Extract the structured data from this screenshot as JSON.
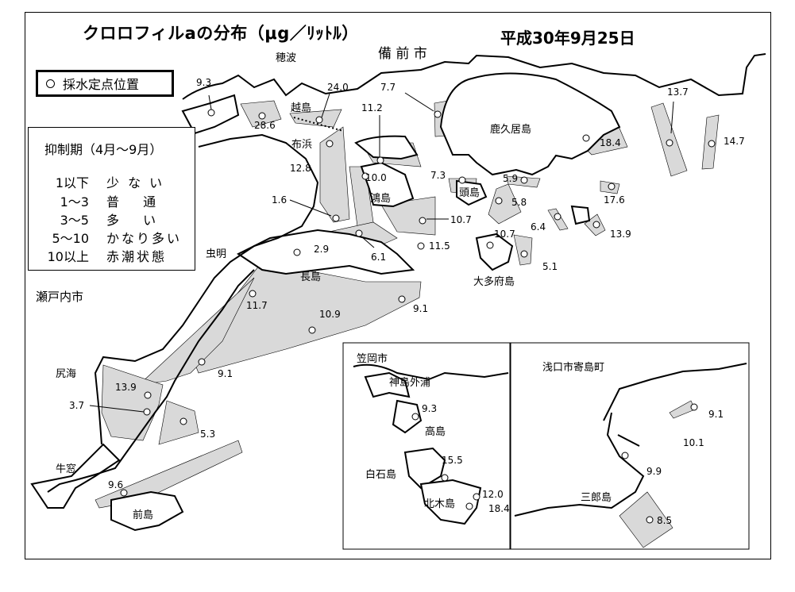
{
  "title": "クロロフィルaの分布（μg／ﾘｯﾄﾙ）",
  "date": "平成30年9月25日",
  "legend_points": "採水定点位置",
  "legend_period": {
    "heading": "抑制期（4月～9月）",
    "rows": [
      {
        "range": "1以下",
        "state": "少 な い"
      },
      {
        "range": "1～3",
        "state": "普　 通"
      },
      {
        "range": "3～5",
        "state": "多　 い"
      },
      {
        "range": "5～10",
        "state": "かなり多い"
      },
      {
        "range": "10以上",
        "state": "赤潮状態"
      }
    ]
  },
  "places": {
    "bizen": "備 前 市",
    "hobami": "穂波",
    "koshijima": "越島",
    "nunohama": "布浜",
    "kakuijima": "鹿久居島",
    "kashiragijima": "頭島",
    "kojima": "鴻島",
    "mushiake": "虫明",
    "nagashima": "長島",
    "setouchi": "瀬戸内市",
    "shiriumi": "尻海",
    "ushimado": "牛窓",
    "maejima": "前島",
    "otabujima": "大多府島",
    "kasaoka": "笠岡市",
    "konoshima": "神島外浦",
    "takashima": "高島",
    "shiraishijima": "白石島",
    "kitagijima": "北木島",
    "asakuchi": "浅口市寄島町",
    "saburojima": "三郎島"
  },
  "stations": [
    {
      "id": "s1",
      "value": "9.3"
    },
    {
      "id": "s2",
      "value": "28.6"
    },
    {
      "id": "s3",
      "value": "24.0"
    },
    {
      "id": "s4",
      "value": "7.7"
    },
    {
      "id": "s5",
      "value": "11.2"
    },
    {
      "id": "s6",
      "value": "13.7"
    },
    {
      "id": "s7",
      "value": "18.4"
    },
    {
      "id": "s8",
      "value": "14.7"
    },
    {
      "id": "s9",
      "value": "12.8"
    },
    {
      "id": "s10",
      "value": "10.0"
    },
    {
      "id": "s11",
      "value": "7.3"
    },
    {
      "id": "s12",
      "value": "5.9"
    },
    {
      "id": "s13",
      "value": "17.6"
    },
    {
      "id": "s14",
      "value": "1.6"
    },
    {
      "id": "s15",
      "value": "5.8"
    },
    {
      "id": "s16",
      "value": "10.7"
    },
    {
      "id": "s17",
      "value": "6.4"
    },
    {
      "id": "s18",
      "value": "13.9"
    },
    {
      "id": "s19",
      "value": "2.9"
    },
    {
      "id": "s20",
      "value": "6.1"
    },
    {
      "id": "s21",
      "value": "11.5"
    },
    {
      "id": "s22",
      "value": "10.7"
    },
    {
      "id": "s23",
      "value": "5.1"
    },
    {
      "id": "s24",
      "value": "11.7"
    },
    {
      "id": "s25",
      "value": "10.9"
    },
    {
      "id": "s26",
      "value": "9.1"
    },
    {
      "id": "s27",
      "value": "9.1"
    },
    {
      "id": "s28",
      "value": "13.9"
    },
    {
      "id": "s29",
      "value": "3.7"
    },
    {
      "id": "s30",
      "value": "5.3"
    },
    {
      "id": "s31",
      "value": "9.6"
    },
    {
      "id": "s32",
      "value": "9.3"
    },
    {
      "id": "s33",
      "value": "15.5"
    },
    {
      "id": "s34",
      "value": "12.0"
    },
    {
      "id": "s35",
      "value": "18.4"
    },
    {
      "id": "s36",
      "value": "9.1"
    },
    {
      "id": "s37",
      "value": "10.1"
    },
    {
      "id": "s38",
      "value": "9.9"
    },
    {
      "id": "s39",
      "value": "8.5"
    }
  ],
  "colors": {
    "zone_fill": "#d9d9d9",
    "land_outline": "#000000",
    "background": "#ffffff"
  }
}
